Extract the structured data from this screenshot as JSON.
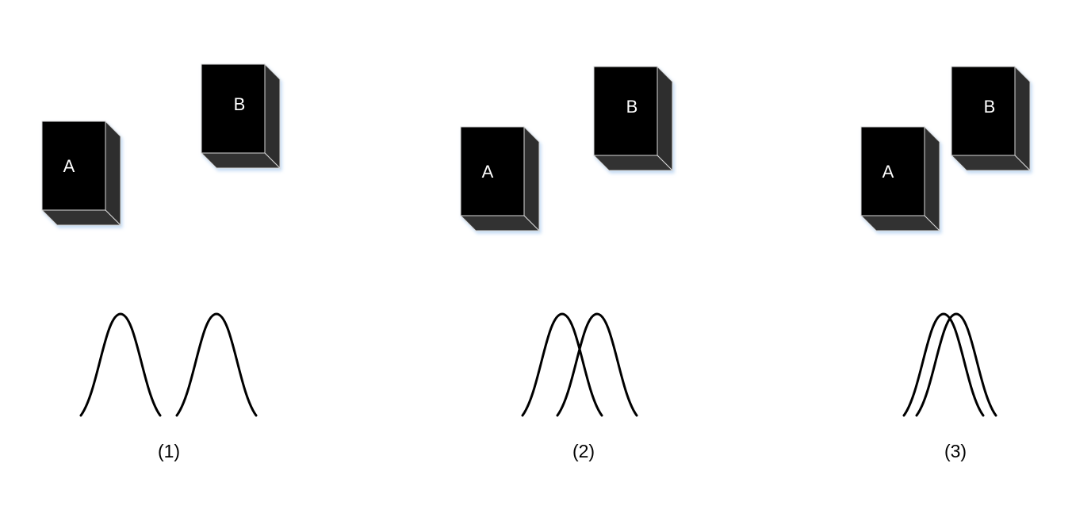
{
  "colors": {
    "background": "#ffffff",
    "box_front": "#000000",
    "box_side": "#2d2d2d",
    "box_bottom": "#333333",
    "box_edge": "#d8d8d8",
    "box_shadow": "#bcd6f2",
    "box_text": "#ffffff",
    "curve_stroke": "#000000",
    "caption_text": "#000000"
  },
  "panels": [
    {
      "label": "(1)",
      "objects": [
        {
          "name": "A",
          "label": "A"
        },
        {
          "name": "B",
          "label": "B"
        }
      ],
      "curves": [
        "A",
        "B"
      ]
    },
    {
      "label": "(2)",
      "objects": [
        {
          "name": "A",
          "label": "A"
        },
        {
          "name": "B",
          "label": "B"
        }
      ],
      "curves": [
        "A",
        "B"
      ]
    },
    {
      "label": "(3)",
      "objects": [
        {
          "name": "A",
          "label": "A"
        },
        {
          "name": "B",
          "label": "B"
        }
      ],
      "curves": [
        "A",
        "B"
      ]
    }
  ]
}
